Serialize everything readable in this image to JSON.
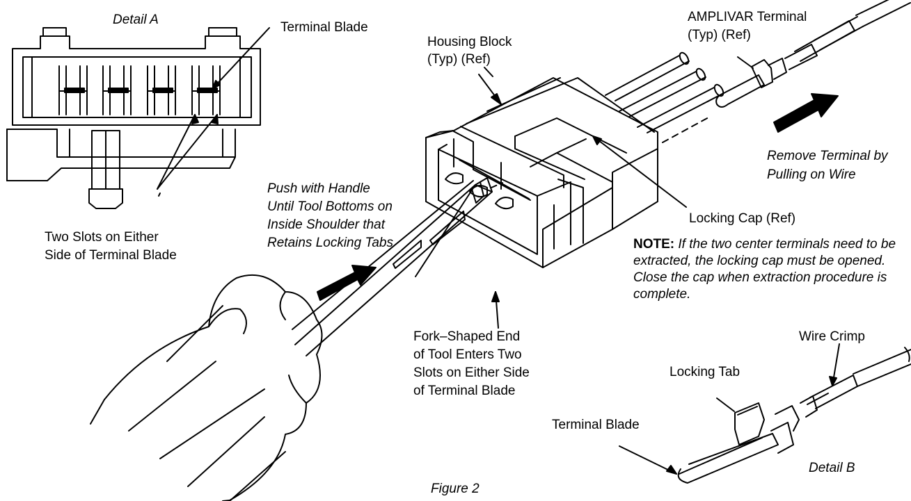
{
  "detail_a": {
    "title": "Detail A",
    "terminal_blade_label": "Terminal Blade",
    "slots_label_line1": "Two Slots on Either",
    "slots_label_line2": "Side of Terminal Blade"
  },
  "housing": {
    "label_line1": "Housing Block",
    "label_line2": "(Typ) (Ref)",
    "locking_cap_label": "Locking Cap (Ref)"
  },
  "terminal": {
    "label_line1": "AMPLIVAR Terminal",
    "label_line2": "(Typ) (Ref)"
  },
  "remove_instruction": {
    "line1": "Remove Terminal by",
    "line2": "Pulling on Wire"
  },
  "push_instruction": {
    "line1": "Push with Handle",
    "line2": "Until Tool Bottoms on",
    "line3": "Inside Shoulder that",
    "line4": "Retains Locking Tabs"
  },
  "fork_label": {
    "line1": "Fork–Shaped End",
    "line2": "of Tool Enters Two",
    "line3": "Slots on Either Side",
    "line4": "of Terminal Blade"
  },
  "note": {
    "heading": "NOTE:",
    "text": "If the two center terminals need to be extracted, the locking cap must be opened. Close the cap when extraction procedure is complete."
  },
  "detail_b": {
    "title": "Detail B",
    "wire_crimp_label": "Wire Crimp",
    "locking_tab_label": "Locking Tab",
    "terminal_blade_label": "Terminal Blade"
  },
  "figure_caption": "Figure 2"
}
